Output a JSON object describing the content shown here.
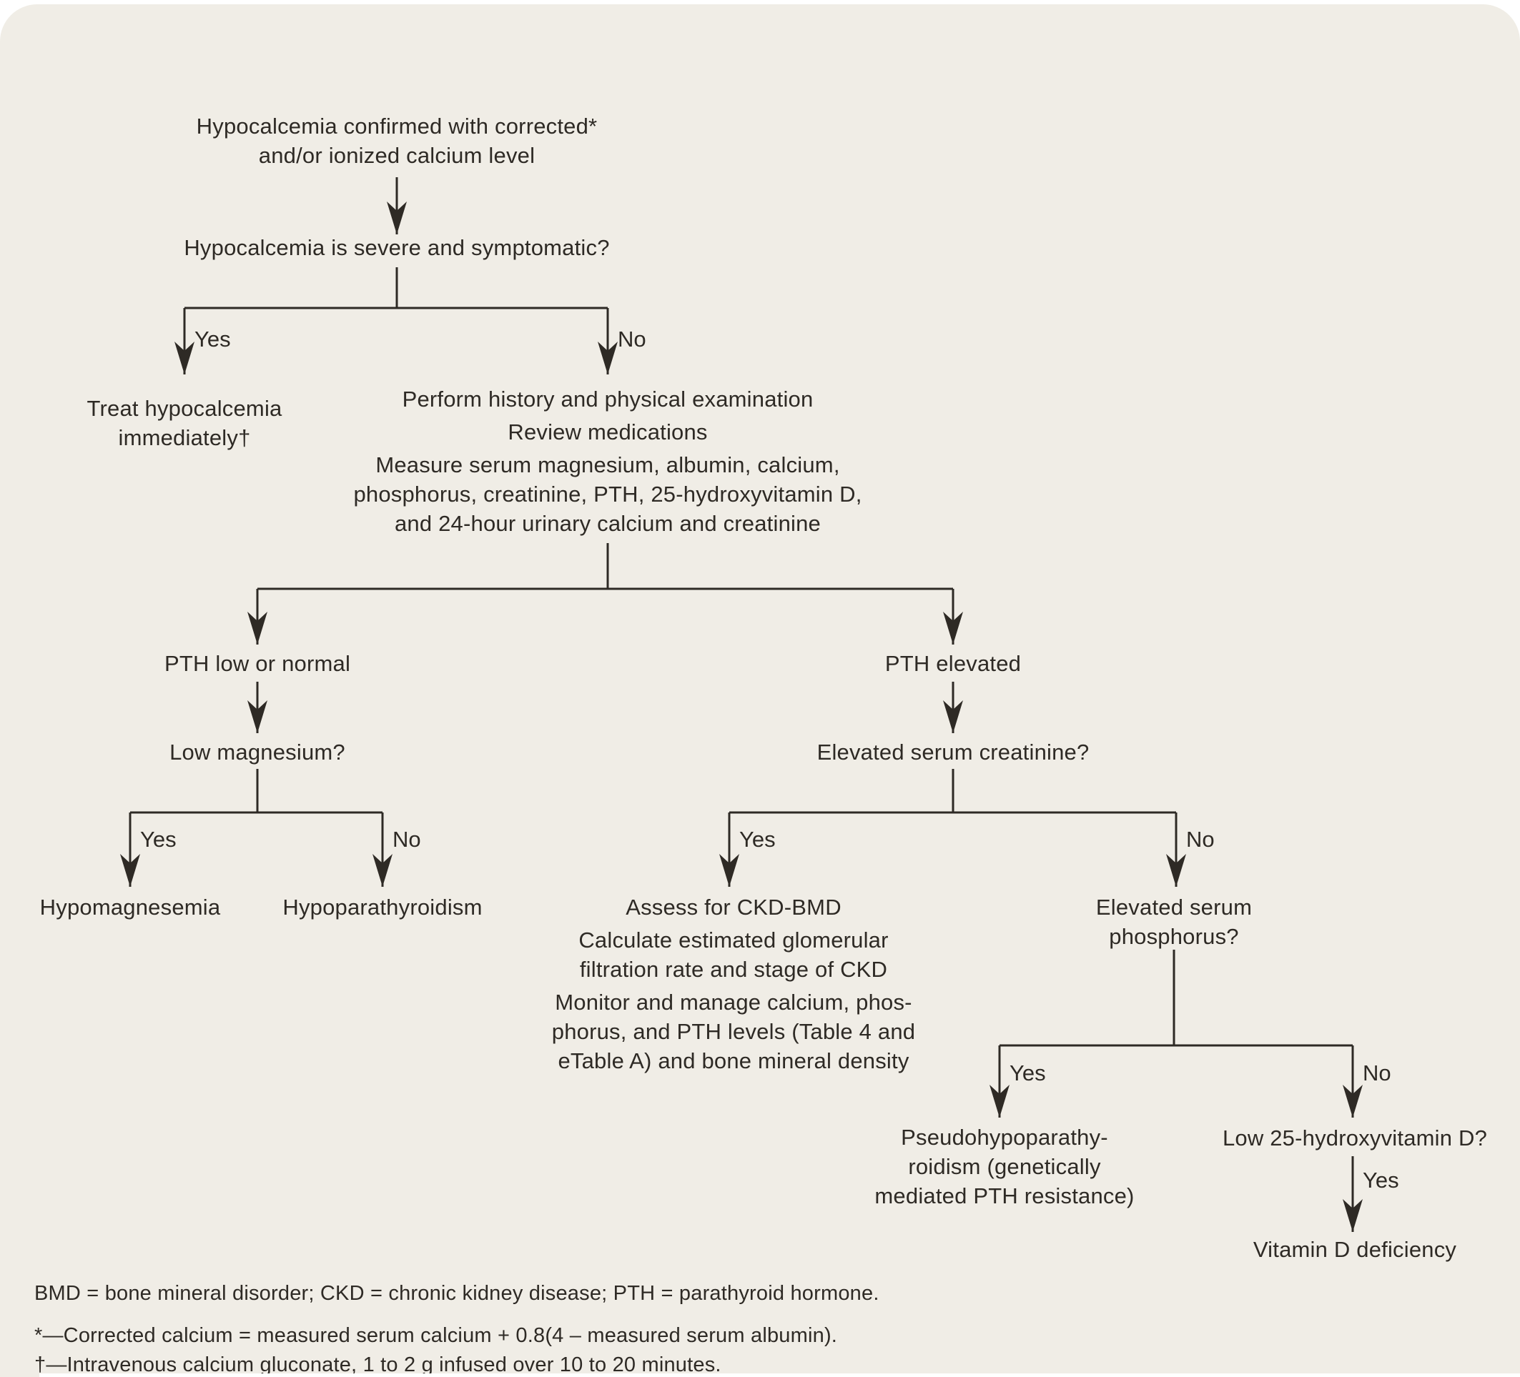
{
  "colors": {
    "page_bg": "#ffffff",
    "panel_bg": "#f0ede6",
    "ink": "#2e2a25"
  },
  "labels": {
    "yes": "Yes",
    "no": "No"
  },
  "nodes": {
    "confirm": {
      "lines": [
        "Hypocalcemia confirmed with corrected*",
        "and/or ionized calcium level"
      ]
    },
    "severe_question": {
      "lines": [
        "Hypocalcemia is severe and symptomatic?"
      ]
    },
    "treat": {
      "lines": [
        "Treat hypocalcemia",
        "immediately†"
      ]
    },
    "workup": {
      "paragraphs": [
        [
          "Perform history and physical examination"
        ],
        [
          "Review medications"
        ],
        [
          "Measure serum magnesium, albumin, calcium,",
          "phosphorus, creatinine, PTH, 25-hydroxyvitamin D,",
          "and 24-hour urinary calcium and creatinine"
        ]
      ]
    },
    "pth_low": {
      "lines": [
        "PTH low or normal"
      ]
    },
    "pth_elevated": {
      "lines": [
        "PTH elevated"
      ]
    },
    "low_magnesium": {
      "lines": [
        "Low magnesium?"
      ]
    },
    "elevated_creatinine": {
      "lines": [
        "Elevated serum creatinine?"
      ]
    },
    "hypomagnesemia": {
      "lines": [
        "Hypomagnesemia"
      ]
    },
    "hypoparathyroidism": {
      "lines": [
        "Hypoparathyroidism"
      ]
    },
    "ckd_bmd": {
      "paragraphs": [
        [
          "Assess for CKD-BMD"
        ],
        [
          "Calculate estimated glomerular",
          "filtration rate and stage of CKD"
        ],
        [
          "Monitor and manage calcium, phos-",
          "phorus, and PTH levels (Table 4 and",
          "eTable A) and bone mineral density"
        ]
      ]
    },
    "elevated_phosphorus": {
      "lines": [
        "Elevated serum",
        "phosphorus?"
      ]
    },
    "pseudohypoparathyroidism": {
      "lines": [
        "Pseudohypoparathy-",
        "roidism (genetically",
        "mediated PTH resistance)"
      ]
    },
    "low_vitamin_d": {
      "lines": [
        "Low 25-hydroxyvitamin D?"
      ]
    },
    "vitamin_d_deficiency": {
      "lines": [
        "Vitamin D deficiency"
      ]
    }
  },
  "footnotes": [
    "BMD = bone mineral disorder; CKD = chronic kidney disease; PTH = parathyroid hormone.",
    "*—Corrected calcium = measured serum calcium + 0.8(4 – measured serum albumin).",
    "†—Intravenous calcium gluconate, 1 to 2 g infused over 10 to 20 minutes."
  ]
}
